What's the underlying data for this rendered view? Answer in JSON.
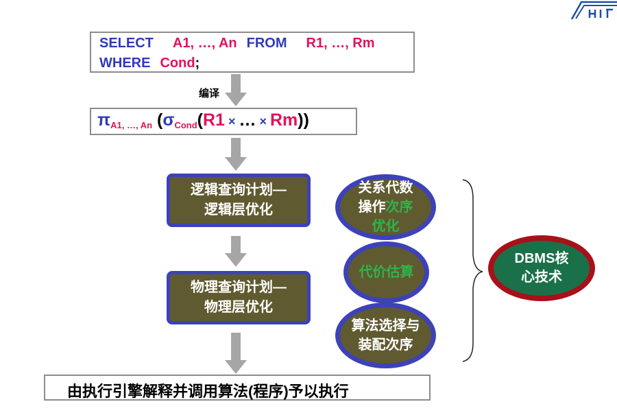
{
  "sql": {
    "select_kw": "SELECT",
    "select_attrs": "A1, …, An",
    "from_kw": "FROM",
    "from_rels": "R1, …, Rm",
    "where_kw": "WHERE",
    "where_cond": "Cond",
    "terminator": ";"
  },
  "compile_label": "编译",
  "algebra": {
    "pi": "π",
    "pi_sub": "A1, …, An",
    "open1": " (",
    "sigma": "σ",
    "sigma_sub": "Cond",
    "open2": "(",
    "r1": "R1",
    "times1": " × ",
    "dots": "…",
    "times2": " × ",
    "rm": "Rm",
    "close": "))"
  },
  "plans": {
    "logical": "逻辑查询计划—\n逻辑层优化",
    "physical": "物理查询计划—\n物理层优化"
  },
  "ovals": {
    "relational_a": "关系代数\n操作",
    "relational_b": "次序\n优化",
    "cost": "代价估算",
    "algorithm": "算法选择与\n装配次序"
  },
  "core": "DBMS核\n心技术",
  "execute": "由执行引擎解释并调用算法(程序)予以执行",
  "colors": {
    "keyword": "#2e3bb8",
    "value": "#e0125a",
    "box_border": "#3d42b8",
    "box_fill": "#605a30",
    "highlight": "#2cb54a",
    "core_fill": "#1a7049",
    "core_border": "#a8101a",
    "arrow": "#a6a6a6"
  }
}
